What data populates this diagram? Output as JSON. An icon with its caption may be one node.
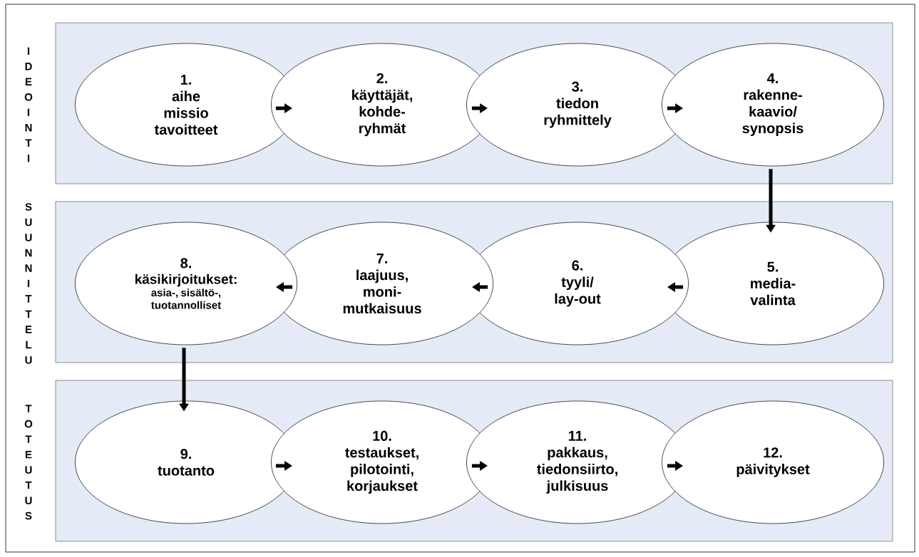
{
  "diagram": {
    "nodes": [
      {
        "text": [
          "IDEOINTI"
        ]
      },
      {
        "text": [
          "1.",
          "aihe missio tavoitteet"
        ],
        "in": 0
      },
      {
        "text": [
          "2.",
          "käyttäjät, kohde- ryhmät"
        ],
        "in": 0
      },
      {
        "text": [
          "3.",
          "tiedon ryhmittely"
        ],
        "in": 0
      },
      {
        "text": [
          "4.",
          "rakenne- kaavio/ synopsis"
        ],
        "in": 0
      },
      {
        "text": [
          "SUUNNITTELU"
        ]
      },
      {
        "text": [
          "5.",
          "media- valinta"
        ],
        "in": 5
      },
      {
        "text": [
          "6.",
          "tyyli/ lay-out"
        ],
        "in": 5
      },
      {
        "text": [
          "7.",
          "laajuus, moni- mutkaisuus"
        ],
        "in": 5
      },
      {
        "text": [
          "8.",
          "käsikirjoitukset:",
          "asia-, sisältö-, tuotannolliset"
        ],
        "in": 5
      },
      {
        "text": [
          "TOTEUTUS"
        ]
      },
      {
        "text": [
          "9.",
          "tuotanto"
        ],
        "in": 10
      },
      {
        "text": [
          "10.",
          "testaukset, pilotointi, korjaukset"
        ],
        "in": 10
      },
      {
        "text": [
          "11.",
          "pakkaus, tiedonsiirto, julkisuus"
        ],
        "in": 10
      },
      {
        "text": [
          "12.",
          "päivitykset"
        ],
        "in": 10
      }
    ],
    "edges": [
      {
        "from": 1,
        "to": 2,
        "arrow": "to"
      },
      {
        "from": 2,
        "to": 3,
        "arrow": "to"
      },
      {
        "from": 3,
        "to": 4,
        "arrow": "to"
      },
      {
        "from": 4,
        "to": 6,
        "arrow": "to"
      },
      {
        "from": 6,
        "to": 7,
        "arrow": "to"
      },
      {
        "from": 7,
        "to": 8,
        "arrow": "to"
      },
      {
        "from": 8,
        "to": 9,
        "arrow": "to"
      },
      {
        "from": 9,
        "to": 11,
        "arrow": "to"
      },
      {
        "from": 11,
        "to": 12,
        "arrow": "to"
      },
      {
        "from": 12,
        "to": 13,
        "arrow": "to"
      },
      {
        "from": 13,
        "to": 14,
        "arrow": "to"
      }
    ]
  }
}
